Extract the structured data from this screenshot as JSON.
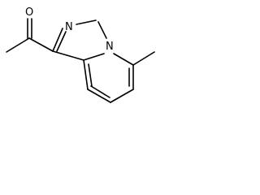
{
  "molecule": {
    "atoms": [
      {
        "id": "O1",
        "element": "O",
        "label": "O"
      },
      {
        "id": "N2",
        "element": "N",
        "label": "N"
      },
      {
        "id": "N3",
        "element": "N",
        "label": "N"
      }
    ],
    "bond_color": "#000000",
    "label_color": "#000000",
    "background_color": "#ffffff"
  }
}
